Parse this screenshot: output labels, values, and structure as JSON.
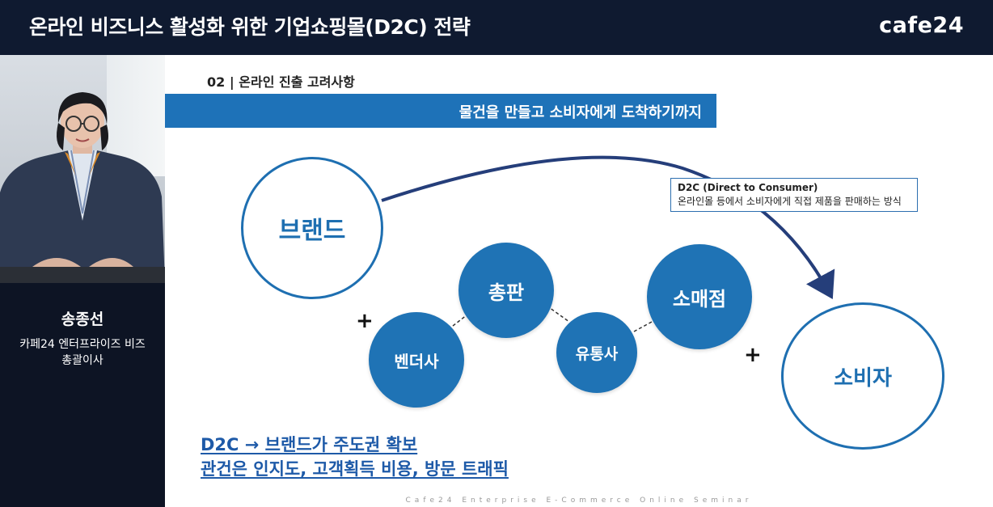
{
  "header": {
    "title": "온라인 비즈니스 활성화 위한 기업쇼핑몰(D2C) 전략",
    "logo": "cafe24"
  },
  "speaker": {
    "name": "송종선",
    "title_line1": "카페24 엔터프라이즈 비즈",
    "title_line2": "총괄이사"
  },
  "slide": {
    "section": "02 | 온라인 진출 고려사항",
    "banner": "물건을 만들고 소비자에게 도착하기까지",
    "nodes": {
      "brand": "브랜드",
      "distributor": "총판",
      "vendor": "벤더사",
      "logistics": "유통사",
      "retailer": "소매점",
      "consumer": "소비자"
    },
    "plus_symbol": "+",
    "d2c_box": {
      "title": "D2C (Direct to Consumer)",
      "desc": "온라인몰 등에서 소비자에게 직접 제품을 판매하는 방식"
    },
    "bottom_line1": "D2C → 브랜드가 주도권 확보",
    "bottom_line2": "관건은 인지도, 고객획득 비용, 방문 트래픽",
    "footer": "Cafe24 Enterprise E-Commerce Online Seminar"
  },
  "colors": {
    "header_bg": "#0f1a30",
    "banner_bg": "#1e72b8",
    "circle_fill": "#1f73b5",
    "arrow": "#253e7a",
    "bottom_text": "#1e5aa8"
  }
}
